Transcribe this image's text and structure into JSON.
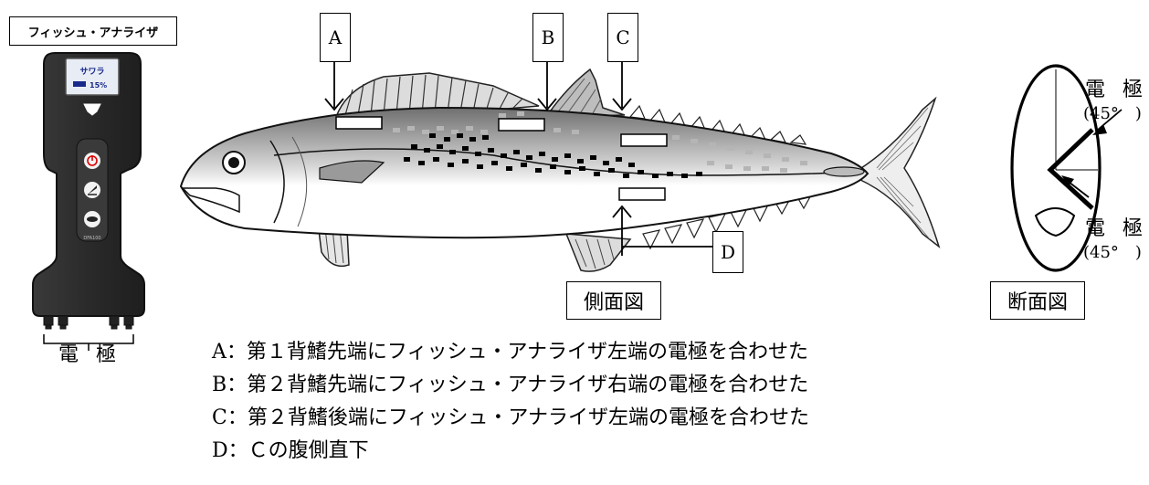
{
  "device": {
    "title": "フィッシュ・アナライザ",
    "screen_name": "サワラ",
    "screen_value": "15%",
    "model": "DFA100",
    "electrode_label": "電 極"
  },
  "markers": {
    "a": "A",
    "b": "B",
    "c": "C",
    "d": "D"
  },
  "side_view_label": "側面図",
  "cross_section": {
    "label": "断面図",
    "upper_electrode": "電 極",
    "upper_angle": "(45°　)",
    "lower_electrode": "電 極",
    "lower_angle": "(45°　)"
  },
  "captions": [
    "A：第１背鰭先端にフィッシュ・アナライザ左端の電極を合わせた",
    "B：第２背鰭先端にフィッシュ・アナライザ右端の電極を合わせた",
    "C：第２背鰭後端にフィッシュ・アナライザ左端の電極を合わせた",
    "D：Ｃの腹側直下"
  ],
  "colors": {
    "device_body": "#2b2b2b",
    "fish_back": "#8a8a8a",
    "fish_belly": "#ffffff",
    "spot_dark": "#000000",
    "spot_light": "#b5b5b5"
  }
}
